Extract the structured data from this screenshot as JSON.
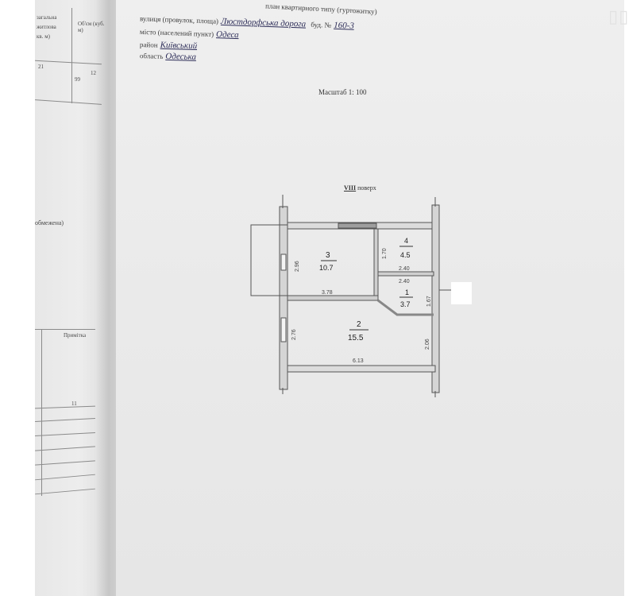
{
  "left_page": {
    "top_texts": [
      "загальна",
      "житлова",
      "кв. м)"
    ],
    "col_header": "Об'єм (куб. м)",
    "row_value_a": "21",
    "row_value_b": "12",
    "row_value_c": "99",
    "middle_text": "обмежена)",
    "table_header": "Примітка",
    "table_value": "11"
  },
  "header": {
    "line1": "план квартирного типу (гуртожитку)",
    "street_label": "вулиця (провулок, площа)",
    "street_value": "Люстдорфська дорога",
    "building_label": "буд. №",
    "building_value": "160-3",
    "city_label": "місто (населений пункт)",
    "city_value": "Одеса",
    "district_label": "район",
    "district_value": "Київський",
    "region_label": "область",
    "region_value": "Одеська"
  },
  "scale": "Масштаб 1: 100",
  "floor": {
    "number": "VIII",
    "word": "поверх"
  },
  "rooms": [
    {
      "number": "3",
      "area": "10.7"
    },
    {
      "number": "4",
      "area": "4.5"
    },
    {
      "number": "1",
      "area": "3.7"
    },
    {
      "number": "2",
      "area": "15.5"
    }
  ],
  "dimensions": {
    "room3_height": "2.96",
    "room3_width": "3.78",
    "room4_height": "1.70",
    "room4_width": "2.40",
    "room1_width": "2.40",
    "room1_height": "1.67",
    "room2_height_left": "2.76",
    "room2_height_right": "2.06",
    "room2_width": "6.13"
  }
}
